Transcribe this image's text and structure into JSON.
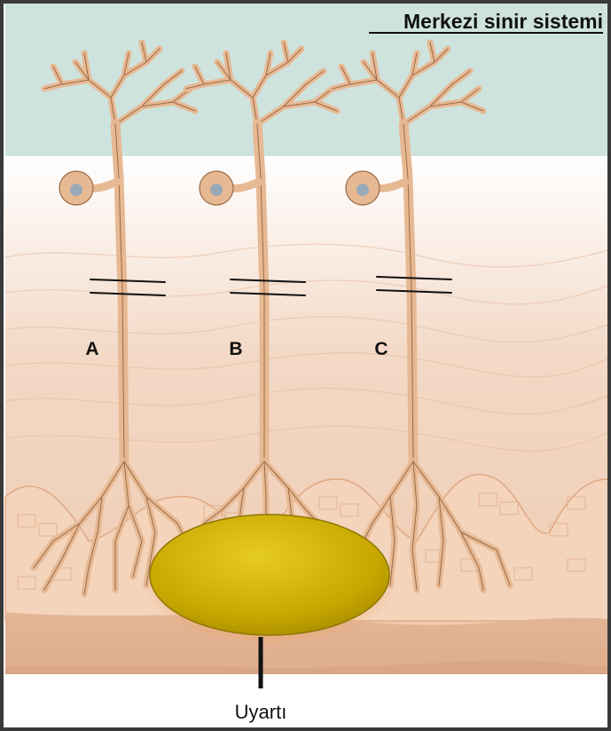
{
  "diagram": {
    "title": "Merkezi sinir sistemi",
    "neurons": [
      {
        "id": "A",
        "label": "A"
      },
      {
        "id": "B",
        "label": "B"
      },
      {
        "id": "C",
        "label": "C"
      }
    ],
    "stimulus_label": "Uyartı",
    "colors": {
      "cns_region": "#cfe3de",
      "tissue_light": "#f7e2d4",
      "tissue": "#efc9ae",
      "neuron_fill": "#e7b993",
      "neuron_outline": "#9a6a46",
      "nucleus": "#9aa9b8",
      "stimulus": "#d6b600",
      "stimulus_glow": "#f2a25a",
      "frame": "#3a3a3a"
    }
  }
}
